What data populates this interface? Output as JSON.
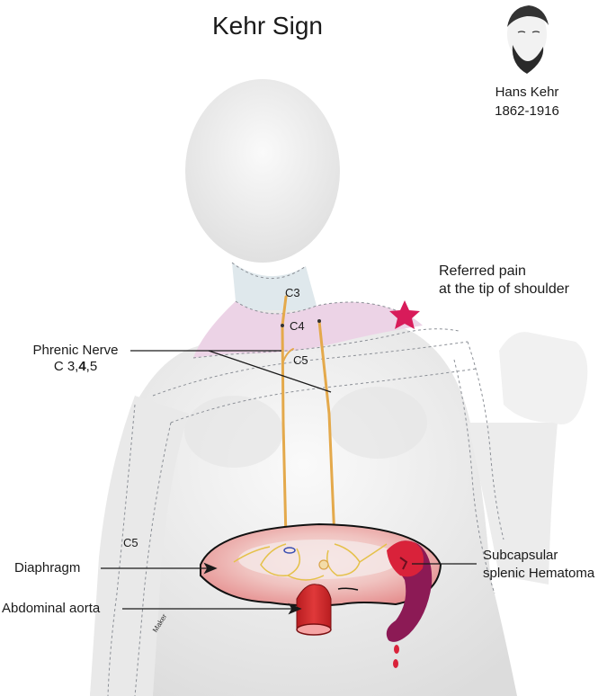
{
  "title": "Kehr Sign",
  "portrait": {
    "name": "Hans Kehr",
    "years": "1862-1916"
  },
  "labels": {
    "referred_pain_line1": "Referred pain",
    "referred_pain_line2": "at the tip of shoulder",
    "phrenic_nerve_line1": "Phrenic Nerve",
    "phrenic_nerve_line2_prefix": "C 3,",
    "phrenic_nerve_line2_bold": "4",
    "phrenic_nerve_line2_suffix": ",5",
    "diaphragm": "Diaphragm",
    "abdominal_aorta": "Abdominal aorta",
    "hematoma_line1": "Subcapsular",
    "hematoma_line2": "splenic Hematoma",
    "dermatome_c3": "C3",
    "dermatome_c4": "C4",
    "dermatome_c5_neck": "C5",
    "dermatome_c5_arm": "C5",
    "watermark": "Maker"
  },
  "colors": {
    "dermatome_pink": "#ecd3e6",
    "neck_band": "#dfe8ec",
    "star": "#d81b5a",
    "nerve": "#e4a94b",
    "diaphragm_fill": "#eea3a3",
    "diaphragm_rim": "#f4c4c1",
    "aorta": "#d4282a",
    "spleen": "#8c1a55",
    "hematoma": "#d9223a",
    "body": "#eeeeee"
  }
}
